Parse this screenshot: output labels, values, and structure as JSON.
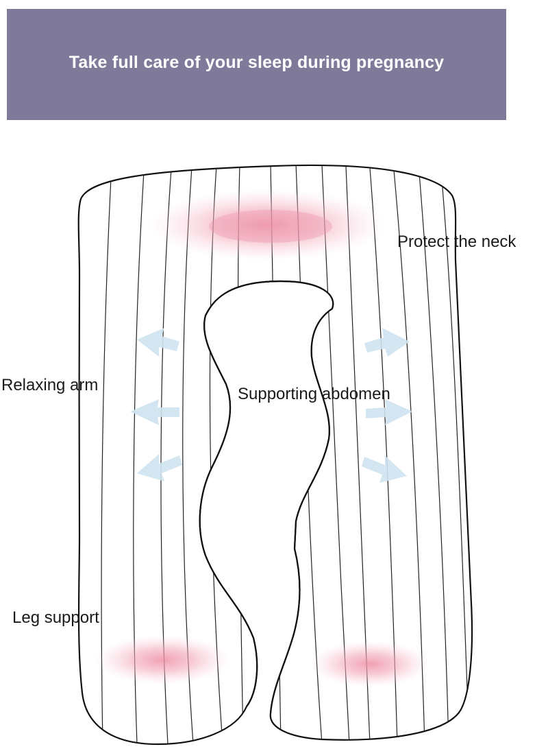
{
  "banner": {
    "title": "Take full care of your sleep during pregnancy",
    "background_color": "#7f7a99",
    "text_color": "#ffffff"
  },
  "labels": {
    "neck": "Protect the neck",
    "arm": "Relaxing arm",
    "abdomen": "Supporting abdomen",
    "leg": "Leg support"
  },
  "icons": {
    "pillow": "u-shaped-pillow-icon",
    "glow": "pressure-glow-icon",
    "arrow": "airflow-arrow-icon"
  },
  "colors": {
    "outline": "#111111",
    "glow": "#f2a3b6",
    "arrow": "#cfe3ef"
  }
}
